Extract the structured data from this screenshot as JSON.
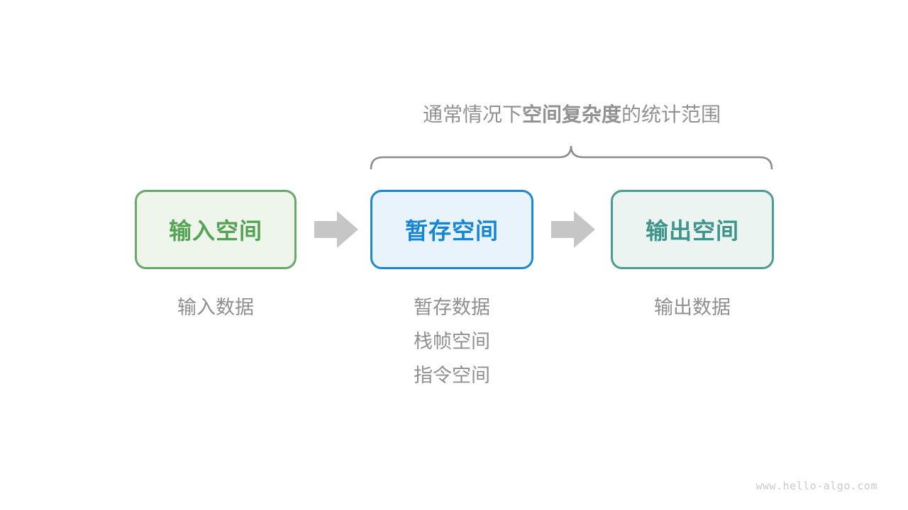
{
  "title": {
    "prefix": "通常情况下",
    "emphasis": "空间复杂度",
    "suffix": "的统计范围"
  },
  "boxes": [
    {
      "label": "输入空间",
      "notes": [
        "输入数据"
      ],
      "colors": {
        "text": "#54a354",
        "border": "#68a868",
        "background": "#eef5eb"
      }
    },
    {
      "label": "暂存空间",
      "notes": [
        "暂存数据",
        "栈帧空间",
        "指令空间"
      ],
      "colors": {
        "text": "#1585d5",
        "border": "#1d87d2",
        "background": "#e9f3fb"
      }
    },
    {
      "label": "输出空间",
      "notes": [
        "输出数据"
      ],
      "colors": {
        "text": "#3c948a",
        "border": "#4b9c93",
        "background": "#ecf4f1"
      }
    }
  ],
  "brace": {
    "color": "#8b8b8b"
  },
  "arrows": {
    "color": "#c6c6c6"
  },
  "note_text_color": "#8f8f8f",
  "title_text_color": "#919191",
  "watermark": {
    "text": "www.hello-algo.com",
    "color": "#cacaca"
  }
}
